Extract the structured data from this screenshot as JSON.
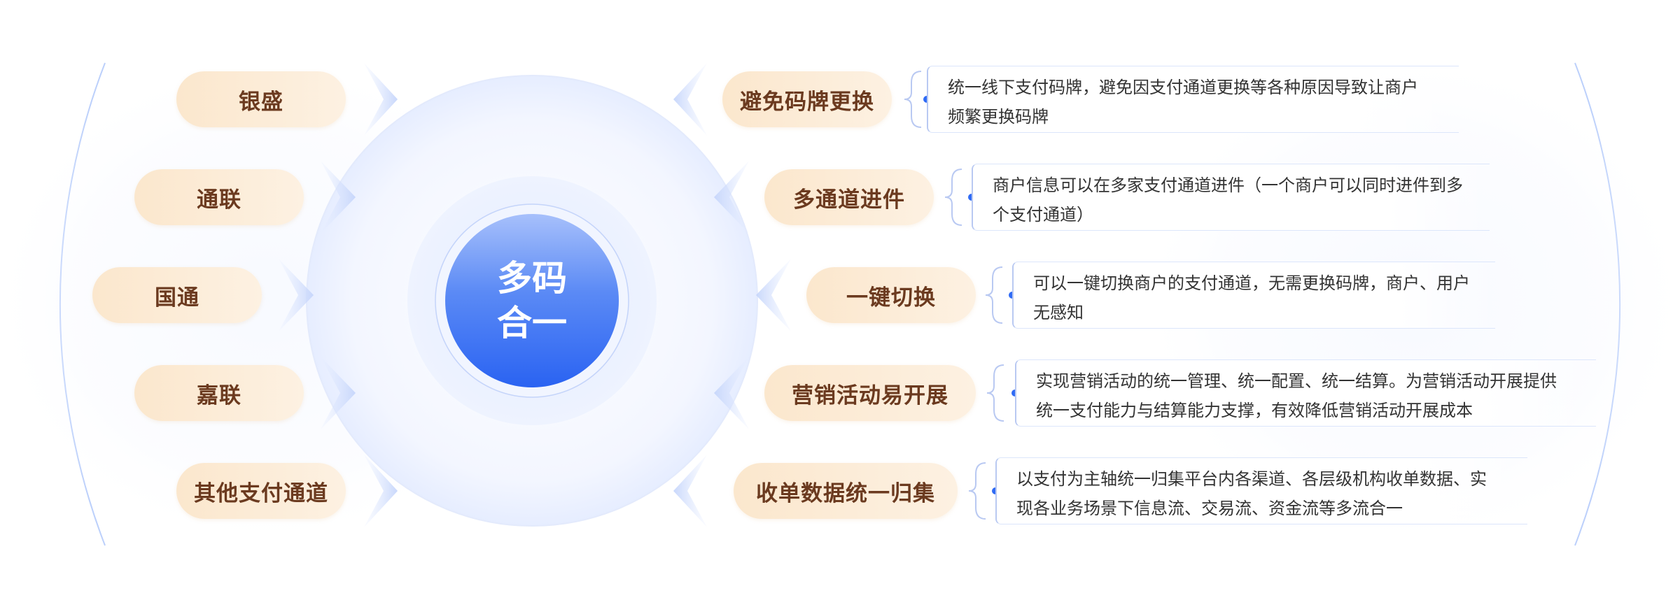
{
  "center": {
    "title": "多码合一"
  },
  "channels": [
    "银盛",
    "通联",
    "国通",
    "嘉联",
    "其他支付通道"
  ],
  "features": [
    {
      "title": "避免码牌更换",
      "desc": [
        "统一线下支付码牌，避免因支付通道更换等各种原因导致让商户",
        "频繁更换码牌"
      ]
    },
    {
      "title": "多通道进件",
      "desc": [
        "商户信息可以在多家支付通道进件（一个商户可以同时进件到多",
        "个支付通道）"
      ]
    },
    {
      "title": "一键切换",
      "desc": [
        "可以一键切换商户的支付通道，无需更换码牌，商户、用户",
        "无感知"
      ]
    },
    {
      "title": "营销活动易开展",
      "desc": [
        "实现营销活动的统一管理、统一配置、统一结算。为营销活动开展提供",
        "统一支付能力与结算能力支撑，有效降低营销活动开展成本"
      ]
    },
    {
      "title": "收单数据统一归集",
      "desc": [
        "以支付为主轴统一归集平台内各渠道、各层级机构收单数据、实",
        "现各业务场景下信息流、交易流、资金流等多流合一"
      ]
    }
  ],
  "colors": {
    "pill_text": "#6b3a1f",
    "pill_bg": "#fbe7cd",
    "core_blue": "#2f6bf5",
    "halo_blue": "#dfe8ff",
    "dot_blue": "#2f6bf5",
    "desc_text": "#333333"
  }
}
